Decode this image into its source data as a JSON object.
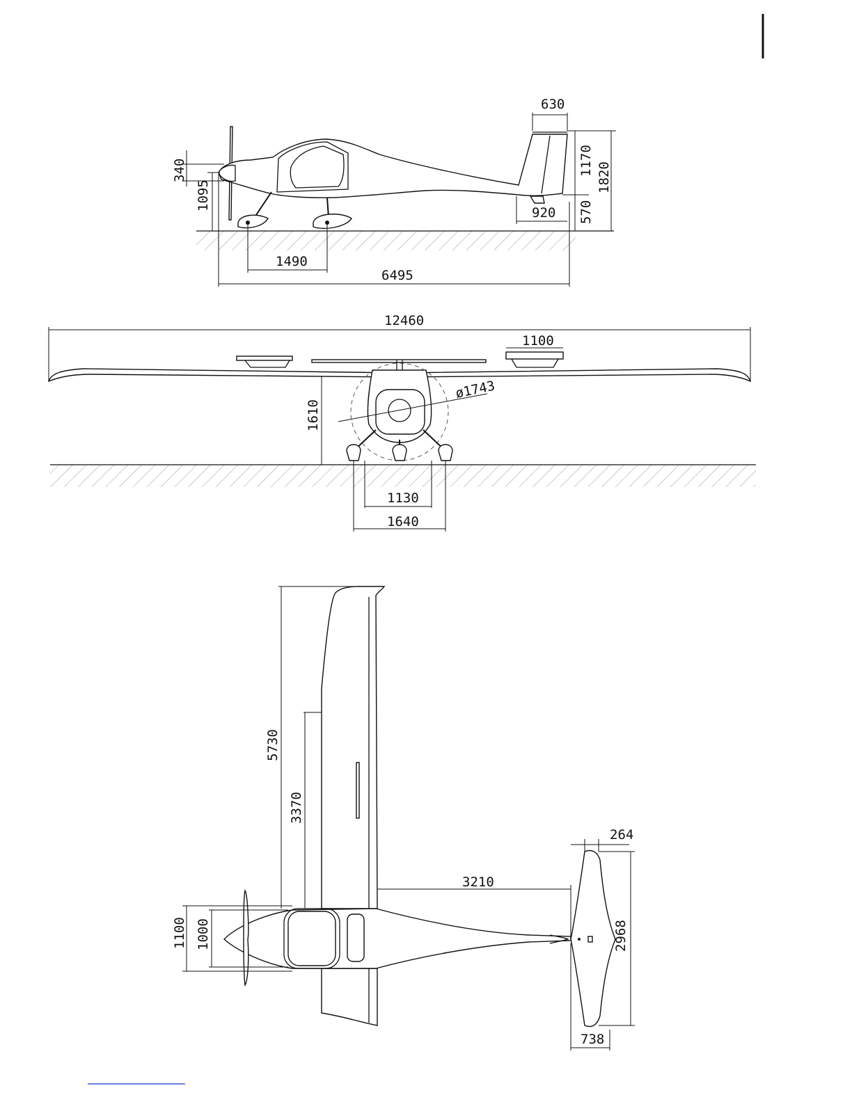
{
  "side_view": {
    "dims": {
      "tail_chord": "630",
      "prop_hub_height": "340",
      "nose_to_ground": "1095",
      "fin_height": "1170",
      "total_height": "1820",
      "tail_base": "920",
      "tail_ground_clearance": "570",
      "wheelbase": "1490",
      "length": "6495"
    }
  },
  "front_view": {
    "dims": {
      "wingspan": "12460",
      "stabilizer_span": "1100",
      "propeller_diameter": "ø1743",
      "wing_height": "1610",
      "track_inner": "1130",
      "track_outer": "1640"
    }
  },
  "top_view": {
    "dims": {
      "wing_semispan": "5730",
      "flap_length": "3370",
      "wing_to_tail": "3210",
      "elevator_chord": "264",
      "stabilizer_span": "2968",
      "stabilizer_root_chord": "738",
      "fuselage_width": "1100",
      "cockpit_width": "1000"
    }
  },
  "colors": {
    "ink": "#111111",
    "link_line": "#3b5bdb"
  }
}
